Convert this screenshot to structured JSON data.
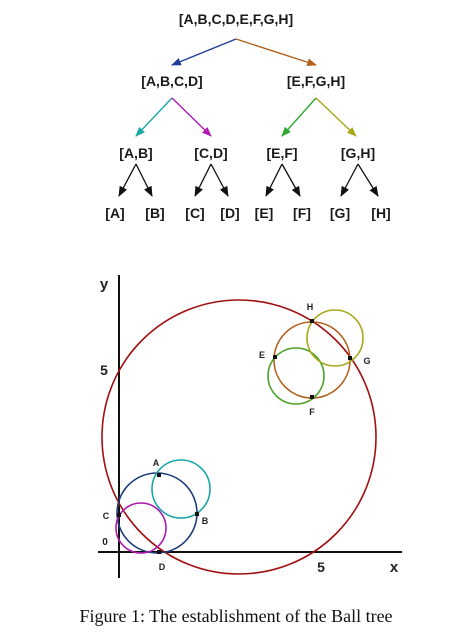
{
  "tree": {
    "root": "[A,B,C,D,E,F,G,H]",
    "level1": [
      "[A,B,C,D]",
      "[E,F,G,H]"
    ],
    "level2": [
      "[A,B]",
      "[C,D]",
      "[E,F]",
      "[G,H]"
    ],
    "leaves": [
      "[A]",
      "[B]",
      "[C]",
      "[D]",
      "[E]",
      "[F]",
      "[G]",
      "[H]"
    ]
  },
  "plot": {
    "x_label": "x",
    "y_label": "y",
    "x_tick": "5",
    "y_tick": "5",
    "origin_label": "0",
    "points": [
      "A",
      "B",
      "C",
      "D",
      "E",
      "F",
      "G",
      "H"
    ]
  },
  "caption": "Figure 1: The establishment of the Ball tree",
  "colors": {
    "root_ball": "#a01010",
    "abcd_ball": "#1f3d7a",
    "ab_ball": "#1aa6a6",
    "cd_ball": "#b01ab0",
    "efgh_ball": "#b0601a",
    "ef_ball": "#4ba32a",
    "gh_ball": "#a8a81a",
    "edge_black": "#111111"
  }
}
